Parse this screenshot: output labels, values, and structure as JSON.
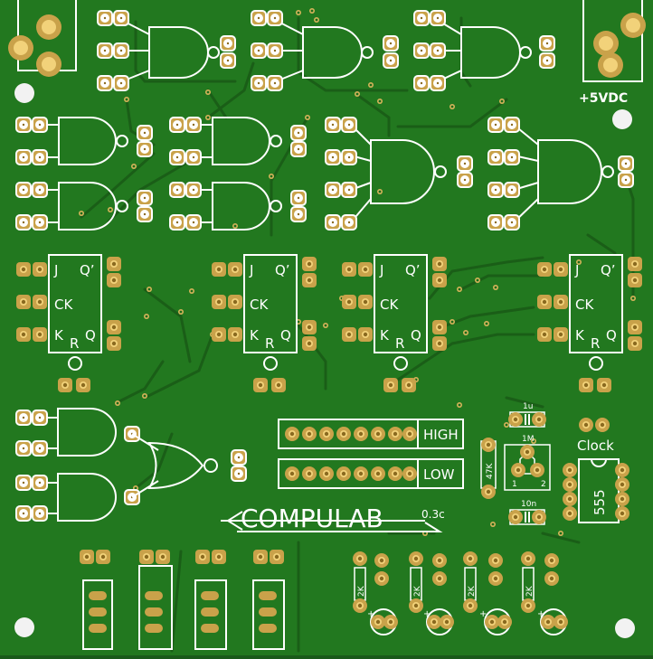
{
  "board": {
    "brand": "COMPULAB",
    "version": "0.3c",
    "power_label": "+5VDC",
    "colors": {
      "pcb": "#22781f",
      "pcb_dark": "#1d6b1a",
      "trace": "#1a5e17",
      "silk": "#ffffff",
      "copper": "#c9a24a",
      "copper_light": "#e9c46a",
      "hole": "#f2f2f2"
    }
  },
  "flipflop": {
    "j": "J",
    "qbar": "Q’",
    "ck": "CK",
    "k": "K",
    "r": "R",
    "q": "Q"
  },
  "headers": {
    "high": "HIGH",
    "low": "LOW"
  },
  "clock": {
    "title": "Clock",
    "chip": "555",
    "cap_top": "1u",
    "pot": "1M",
    "resistor": "47K",
    "cap_bottom": "10n",
    "pot_pin1": "1",
    "pot_pin2": "2"
  },
  "leds": {
    "resistor": "2K",
    "plus": "+"
  }
}
